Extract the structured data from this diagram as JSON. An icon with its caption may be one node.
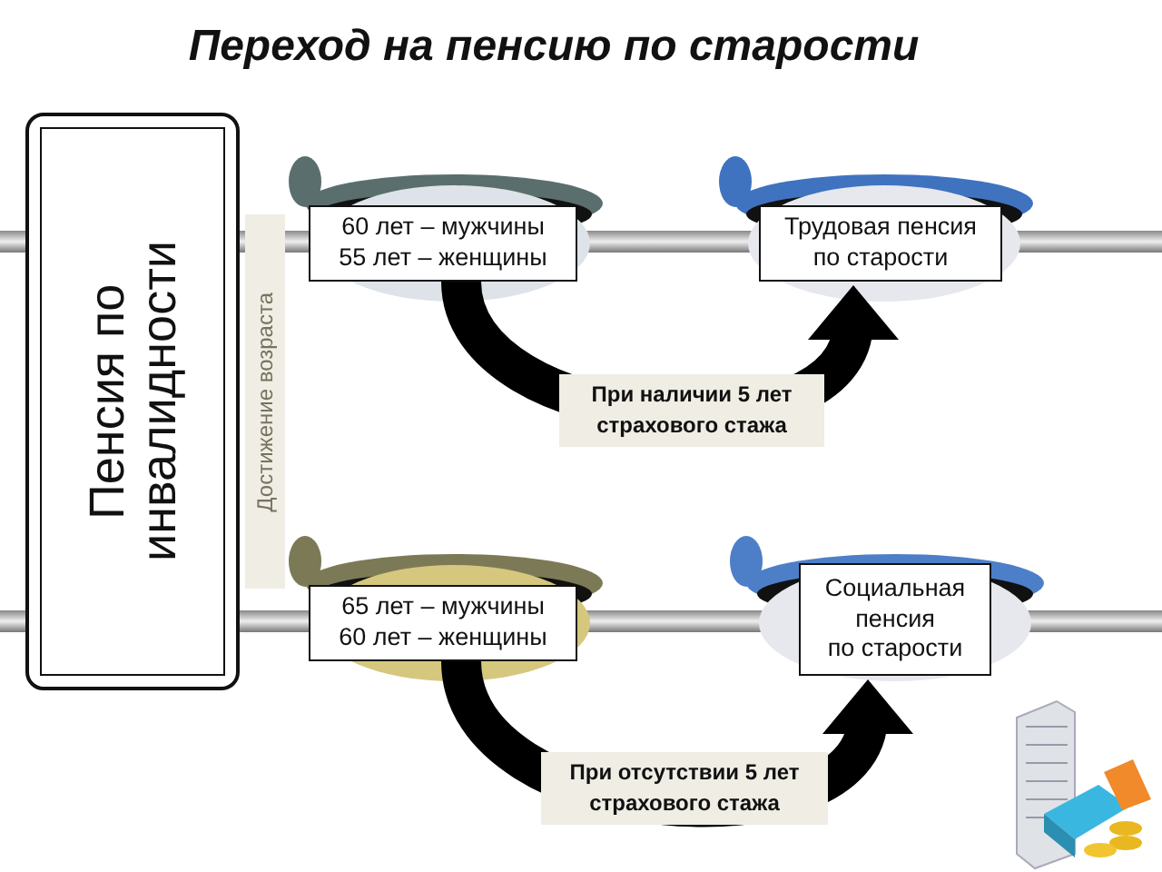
{
  "diagram": {
    "title": "Переход на пенсию по старости",
    "nodes": [
      {
        "text": [
          "Пенсия по инвалидности"
        ]
      },
      {
        "text": [
          "Достижение возраста"
        ]
      },
      {
        "text": [
          "60 лет – мужчины 55 лет – женщины"
        ]
      },
      {
        "text": [
          "Трудовая пенсия по старости"
        ]
      },
      {
        "text": [
          "65 лет – мужчины 60 лет – женщины"
        ]
      },
      {
        "text": [
          "Социальная пенсия по старости"
        ]
      }
    ],
    "edges": [
      {
        "from": 2,
        "to": 3,
        "arrow": "to",
        "label": "При наличии 5 лет страхового стажа"
      },
      {
        "from": 4,
        "to": 5,
        "arrow": "to",
        "label": "При отсутствии 5 лет страхового стажа"
      }
    ]
  }
}
